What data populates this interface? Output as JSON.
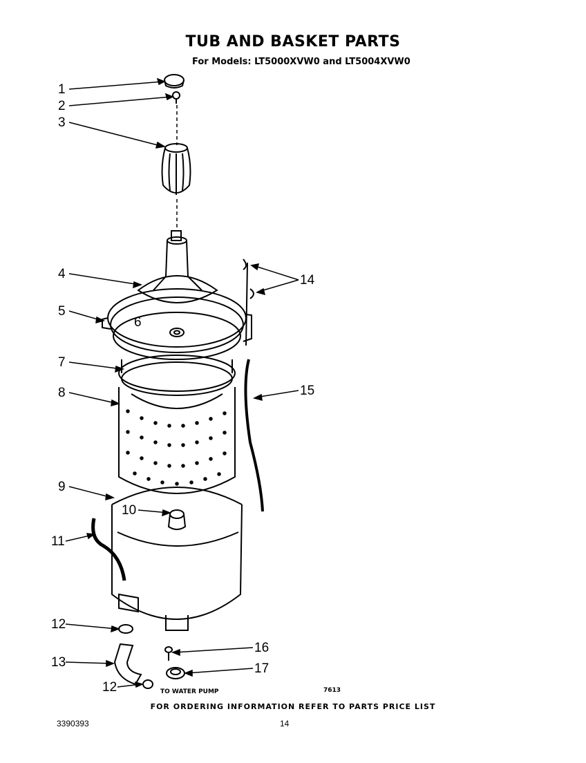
{
  "title": "TUB AND BASKET PARTS",
  "subtitle": "For Models: LT5000XVW0 and LT5004XVW0",
  "callouts": [
    "1",
    "2",
    "3",
    "4",
    "5",
    "6",
    "7",
    "8",
    "9",
    "10",
    "11",
    "12",
    "13",
    "12",
    "14",
    "15",
    "16",
    "17"
  ],
  "pump_note": "TO WATER PUMP",
  "figure_number": "7613",
  "footer": "FOR ORDERING INFORMATION REFER TO PARTS PRICE LIST",
  "document_number": "3390393",
  "page_number": "14"
}
